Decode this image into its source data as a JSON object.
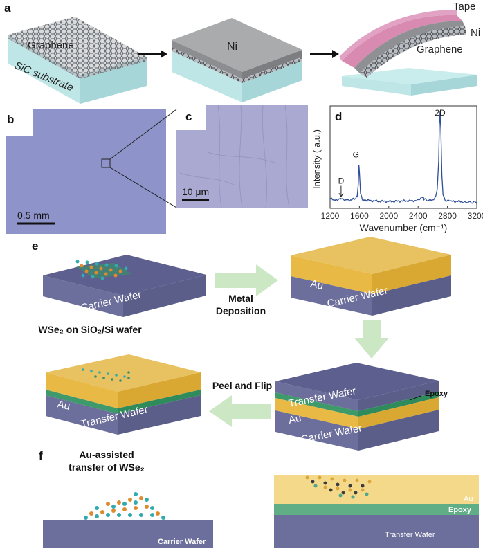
{
  "panels": {
    "a": "a",
    "b": "b",
    "c": "c",
    "d": "d",
    "e": "e",
    "f": "f"
  },
  "panel_a": {
    "graphene": "Graphene",
    "substrate": "SiC substrate",
    "ni": "Ni",
    "tape": "Tape",
    "ni_right": "Ni",
    "graphene_right": "Graphene"
  },
  "panel_b": {
    "scale": "0.5 mm"
  },
  "panel_c": {
    "scale": "10 μm"
  },
  "panel_e": {
    "carrier_wafer_1": "Carrier Wafer",
    "caption_1": "WSe₂ on SiO₂/Si wafer",
    "metal_deposition_1": "Metal",
    "metal_deposition_2": "Deposition",
    "au_1": "Au",
    "carrier_wafer_2": "Carrier Wafer",
    "transfer_wafer_1": "Transfer Wafer",
    "epoxy": "Epoxy",
    "au_2": "Au",
    "carrier_wafer_3": "Carrier Wafer",
    "peel_flip": "Peel and Flip",
    "au_3": "Au",
    "transfer_wafer_2": "Transfer Wafer",
    "caption_2a": "Au-assisted",
    "caption_2b": "transfer of WSe₂"
  },
  "panel_f": {
    "carrier_wafer": "Carrier Wafer",
    "au": "Au",
    "epoxy": "Epoxy",
    "transfer_wafer": "Transfer Wafer"
  },
  "chart_data": {
    "type": "line",
    "title": "",
    "xlabel": "Wavenumber (cm⁻¹)",
    "ylabel": "Intensity ( a.u.)",
    "xlim": [
      1200,
      3200
    ],
    "xticks": [
      "1200",
      "1600",
      "2000",
      "2400",
      "2800",
      "3200"
    ],
    "annotations": [
      {
        "text": "D",
        "x": 1350
      },
      {
        "text": "G",
        "x": 1590
      },
      {
        "text": "2D",
        "x": 2700
      }
    ],
    "series": [
      {
        "x": [
          1200,
          1250,
          1300,
          1340,
          1360,
          1400,
          1450,
          1500,
          1550,
          1570,
          1585,
          1592,
          1600,
          1615,
          1640,
          1700,
          1800,
          1900,
          2000,
          2100,
          2200,
          2300,
          2400,
          2440,
          2460,
          2480,
          2550,
          2600,
          2640,
          2660,
          2680,
          2690,
          2700,
          2710,
          2725,
          2740,
          2770,
          2850,
          2950,
          3050,
          3200
        ],
        "y": [
          0.06,
          0.05,
          0.04,
          0.05,
          0.06,
          0.05,
          0.04,
          0.05,
          0.06,
          0.09,
          0.22,
          0.43,
          0.35,
          0.12,
          0.05,
          0.04,
          0.035,
          0.03,
          0.03,
          0.03,
          0.035,
          0.035,
          0.04,
          0.07,
          0.08,
          0.05,
          0.04,
          0.05,
          0.08,
          0.16,
          0.45,
          0.85,
          1.0,
          0.8,
          0.3,
          0.1,
          0.04,
          0.03,
          0.03,
          0.02,
          0.02
        ]
      }
    ],
    "colors": {
      "line": "#2f4f9a"
    }
  }
}
